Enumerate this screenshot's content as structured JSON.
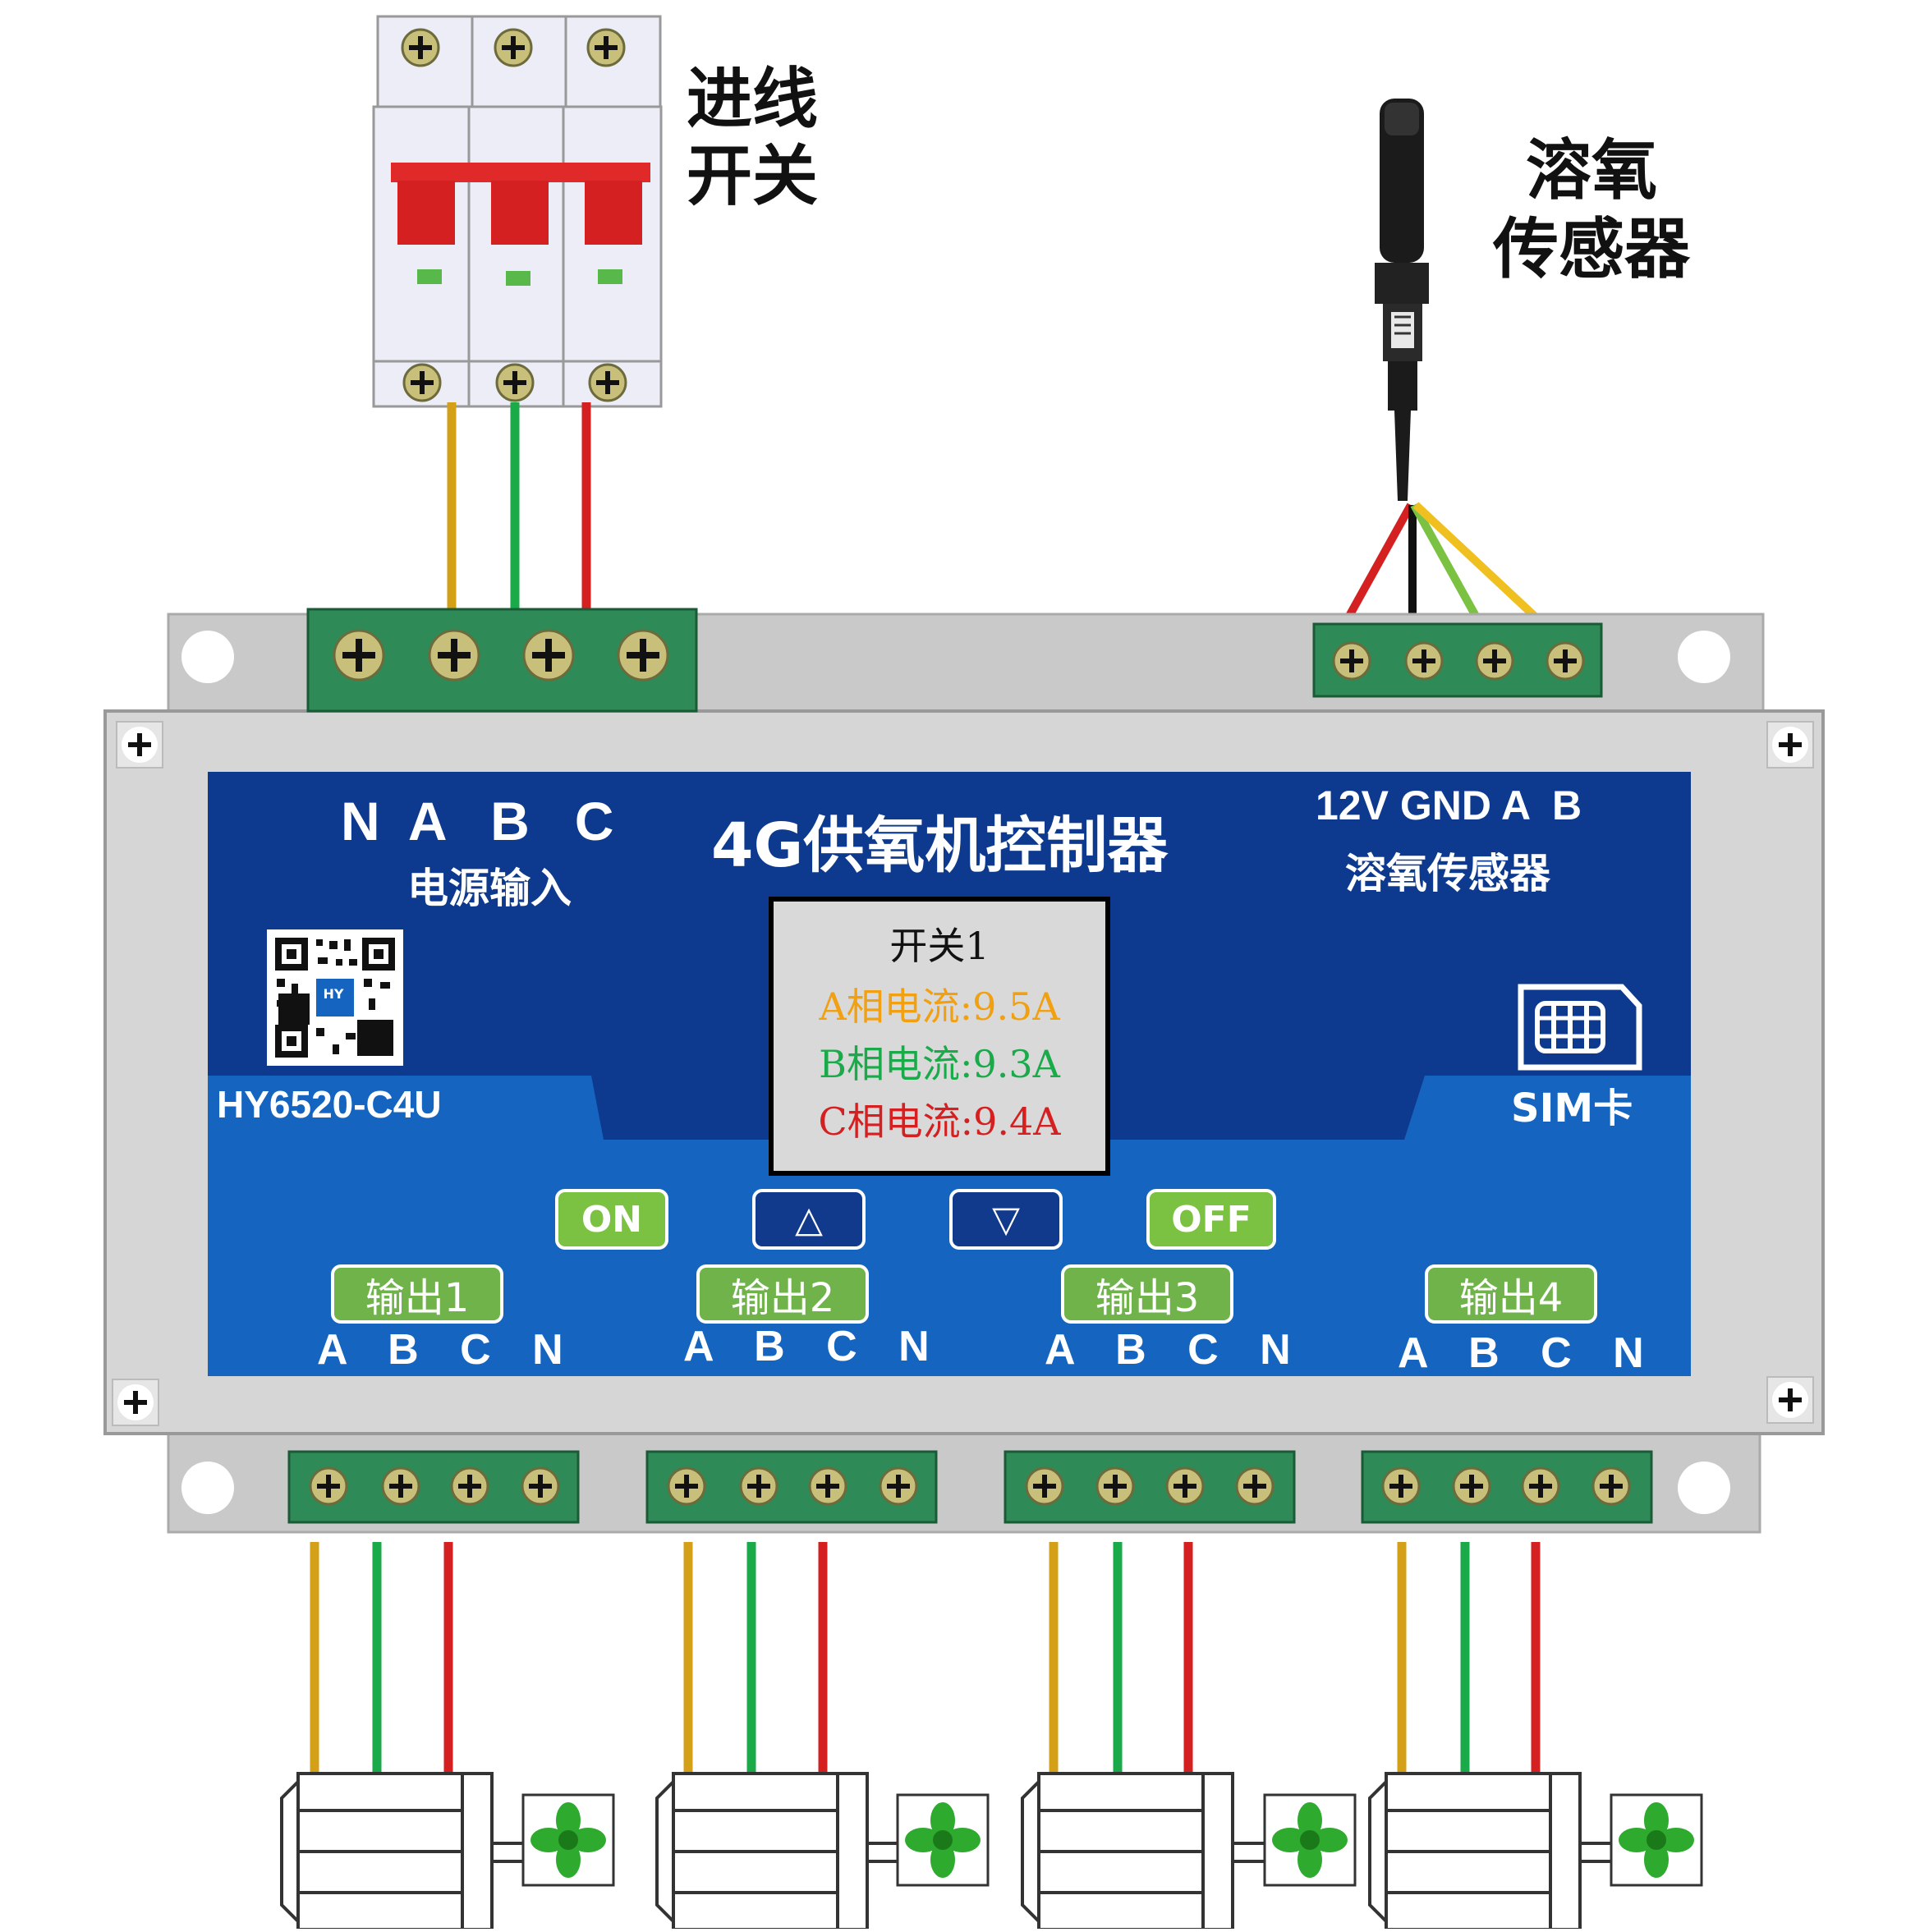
{
  "breaker": {
    "label_line1": "进线",
    "label_line2": "开关"
  },
  "sensor": {
    "label_line1": "溶氧",
    "label_line2": "传感器"
  },
  "controller": {
    "title": "4G供氧机控制器",
    "model": "HY6520-C4U",
    "power_letters": "N  A   B   C",
    "power_label": "电源输入",
    "sensor_terms": "12V GND A  B",
    "sensor_label": "溶氧传感器",
    "sim_label": "SIM卡",
    "qr_logo": "HY"
  },
  "display": {
    "line1": "开关1",
    "line2": "A相电流:9.5A",
    "line3": "B相电流:9.3A",
    "line4": "C相电流:9.4A"
  },
  "buttons": {
    "on": "ON",
    "up": "△",
    "down": "▽",
    "off": "OFF"
  },
  "outputs": [
    {
      "label": "输出1",
      "terms": "A B C N"
    },
    {
      "label": "输出2",
      "terms": "A B C N"
    },
    {
      "label": "输出3",
      "terms": "A B C N"
    },
    {
      "label": "输出4",
      "terms": "A B C N"
    }
  ],
  "colors": {
    "phase_a": "#d4a017",
    "phase_b": "#1aaa4a",
    "phase_c": "#d42020",
    "panel_blue": "#0d3a8e",
    "panel_light_blue": "#1565c0",
    "terminal_green": "#2e8b57",
    "breaker_red": "#e02a2a"
  },
  "icons": [
    "plus-screw-icon",
    "sim-card-icon",
    "qr-code-icon",
    "fan-icon",
    "motor-icon",
    "breaker-icon",
    "probe-sensor-icon"
  ]
}
